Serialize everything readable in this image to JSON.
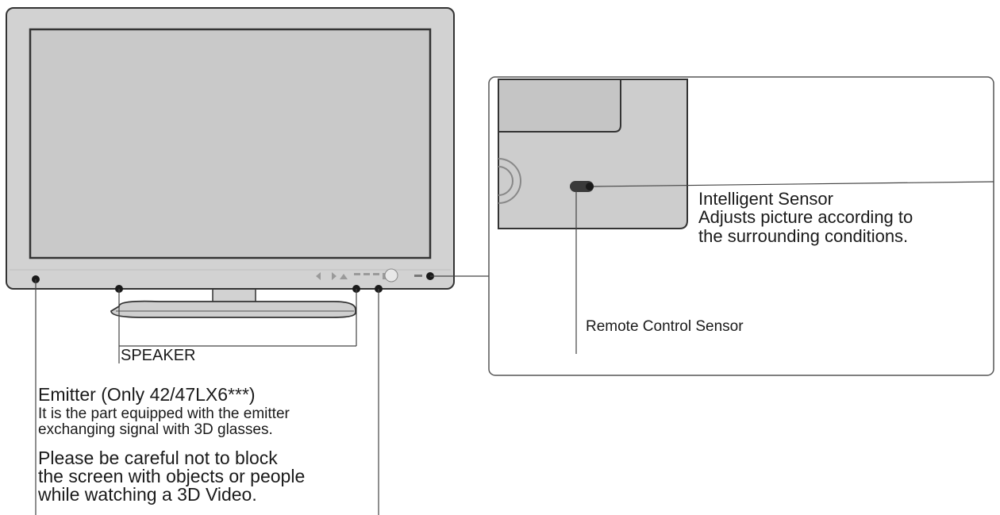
{
  "labels": {
    "speaker": "SPEAKER",
    "emitter_title": "Emitter (Only 42/47LX6***)",
    "emitter_desc": "It is the part equipped with the emitter\nexchanging signal with 3D glasses.",
    "emitter_caution": "Please be careful not to block\nthe screen with objects or people\nwhile watching a 3D Video.",
    "sensor_title": "Intelligent Sensor",
    "sensor_desc": "Adjusts picture according to\nthe surrounding conditions.",
    "remote_sensor": "Remote Control Sensor"
  },
  "colors": {
    "bezel": "#d2d2d2",
    "screen": "#c9c9c9",
    "outline": "#333333",
    "line": "#444444",
    "dot": "#1a1a1a",
    "background": "#ffffff"
  }
}
